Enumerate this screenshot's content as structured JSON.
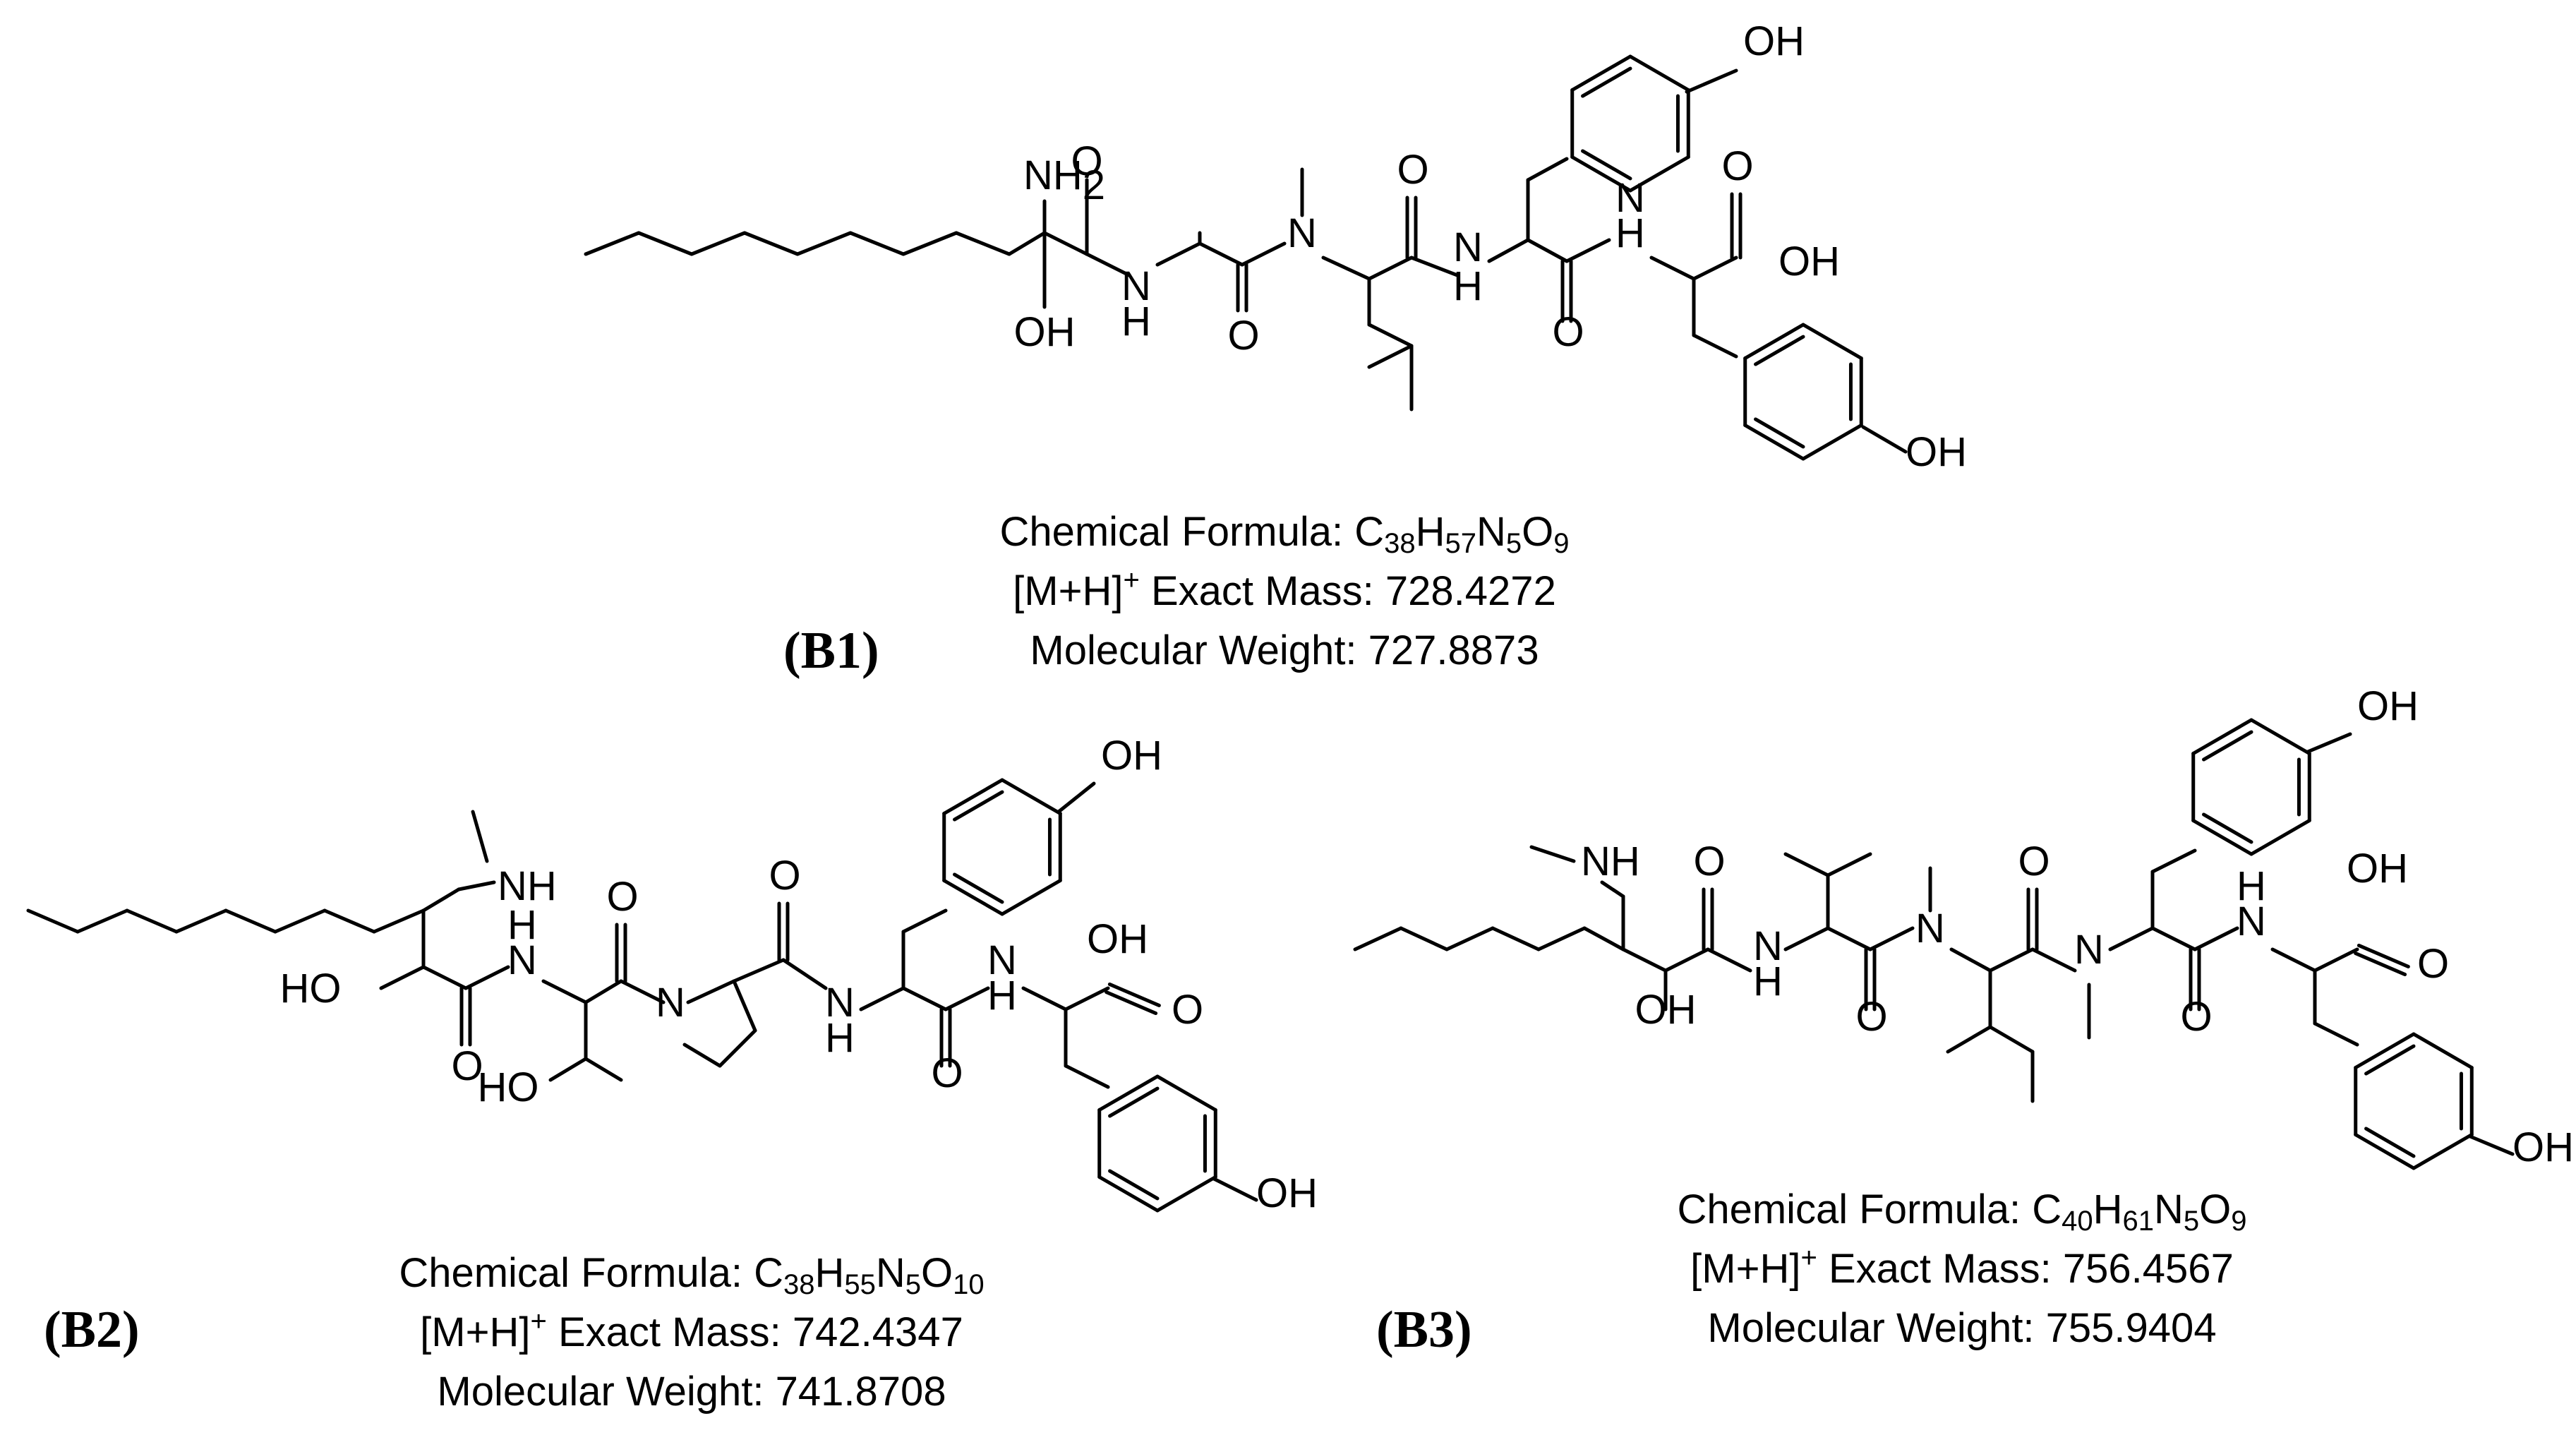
{
  "compounds": [
    {
      "tag": "(B1)",
      "formula_label": "Chemical Formula: ",
      "formula_parts": [
        [
          "C",
          ""
        ],
        [
          "38",
          "sub"
        ],
        [
          "H",
          ""
        ],
        [
          "57",
          "sub"
        ],
        [
          "N",
          ""
        ],
        [
          "5",
          "sub"
        ],
        [
          "O",
          ""
        ],
        [
          "9",
          "sub"
        ]
      ],
      "mass_label": "[M+H]",
      "mass_charge": "+",
      "mass_value": " Exact Mass: 728.4272",
      "mw": "Molecular Weight: 727.8873"
    },
    {
      "tag": "(B2)",
      "formula_label": "Chemical Formula: ",
      "formula_parts": [
        [
          "C",
          ""
        ],
        [
          "38",
          "sub"
        ],
        [
          "H",
          ""
        ],
        [
          "55",
          "sub"
        ],
        [
          "N",
          ""
        ],
        [
          "5",
          "sub"
        ],
        [
          "O",
          ""
        ],
        [
          "10",
          "sub"
        ]
      ],
      "mass_label": "[M+H]",
      "mass_charge": "+",
      "mass_value": " Exact Mass: 742.4347",
      "mw": "Molecular Weight: 741.8708"
    },
    {
      "tag": "(B3)",
      "formula_label": "Chemical Formula: ",
      "formula_parts": [
        [
          "C",
          ""
        ],
        [
          "40",
          "sub"
        ],
        [
          "H",
          ""
        ],
        [
          "61",
          "sub"
        ],
        [
          "N",
          ""
        ],
        [
          "5",
          "sub"
        ],
        [
          "O",
          ""
        ],
        [
          "9",
          "sub"
        ]
      ],
      "mass_label": "[M+H]",
      "mass_charge": "+",
      "mass_value": " Exact Mass: 756.4567",
      "mw": "Molecular Weight: 755.9404"
    }
  ],
  "atom_labels": {
    "nh": "NH",
    "nh2_base": "NH",
    "nh2_sub": "2",
    "n": "N",
    "h": "H",
    "o": "O",
    "oh": "OH",
    "ho": "HO"
  }
}
